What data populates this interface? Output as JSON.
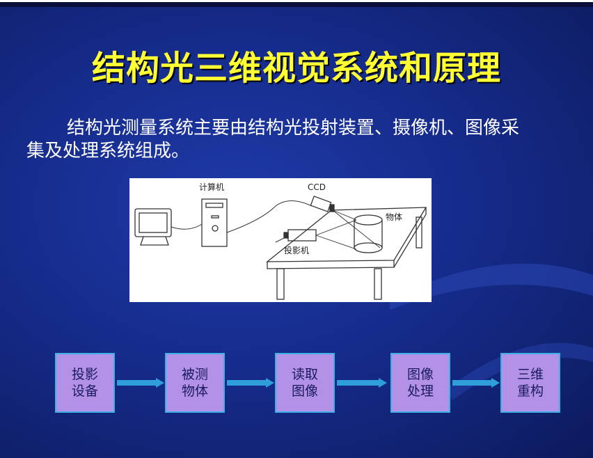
{
  "title": "结构光三维视觉系统和原理",
  "body_text": "结构光测量系统主要由结构光投射装置、摄像机、图像采集及处理系统组成。",
  "figure": {
    "computer_label": "计算机",
    "ccd_label": "CCD",
    "object_label": "物体",
    "projector_label": "投影机"
  },
  "flow": {
    "steps": [
      "投影\n设备",
      "被测\n物体",
      "读取\n图像",
      "图像\n处理",
      "三维\n重构"
    ]
  },
  "colors": {
    "title": "#ffff33",
    "box_fill": "#b391e6",
    "box_border": "#3fb0e6",
    "arrow": "#2e9fd8"
  }
}
